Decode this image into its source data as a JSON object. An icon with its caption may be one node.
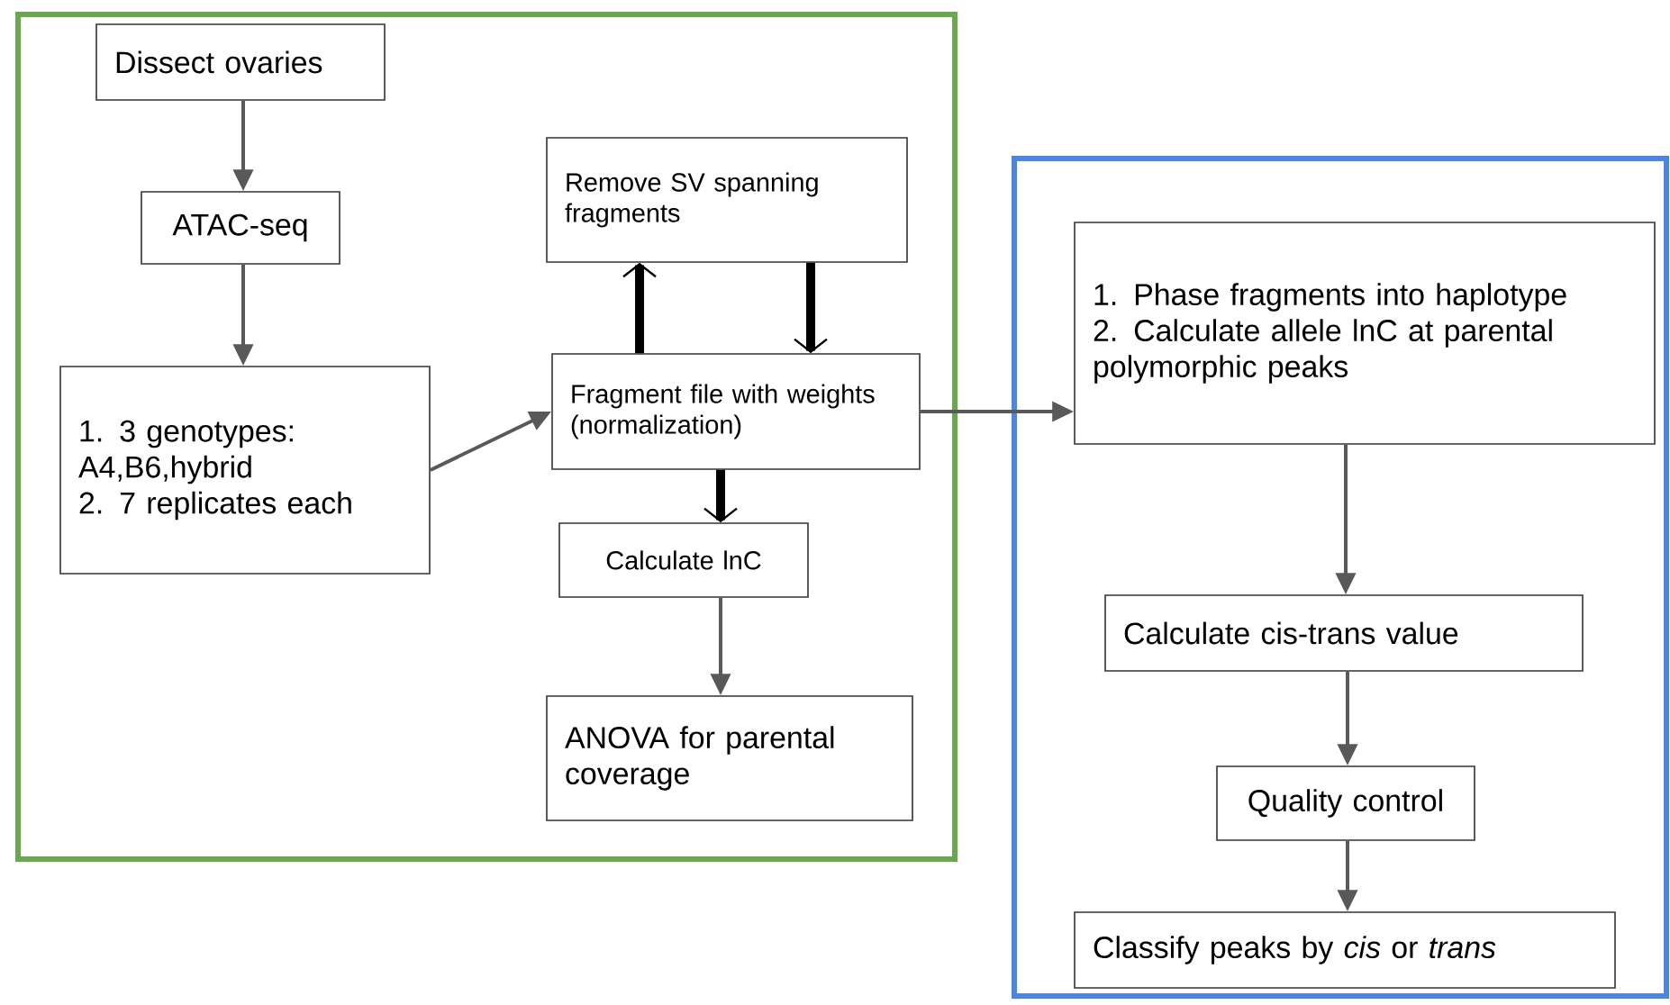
{
  "diagram": {
    "nodes": [
      {
        "text": [],
        "shape": "box"
      },
      {
        "text": [
          "Dissect ovaries"
        ],
        "in": 0
      },
      {
        "text": [
          "ATAC-seq"
        ],
        "in": 0
      },
      {
        "text": [
          "1. 3 genotypes: A4,B6,hybrid",
          "2. 7 replicates each"
        ],
        "in": 0
      },
      {
        "text": [
          "Remove SV spanning fragments"
        ],
        "in": 0
      },
      {
        "text": [
          "Fragment file with weights (normalization)"
        ],
        "in": 0
      },
      {
        "text": [
          "Calculate lnC"
        ],
        "in": 0
      },
      {
        "text": [
          "ANOVA for parental coverage"
        ],
        "in": 0
      },
      {
        "text": [],
        "shape": "box"
      },
      {
        "text": [
          "1. Phase fragments into haplotype",
          "2. Calculate allele lnC at parental polymorphic peaks"
        ],
        "in": 8
      },
      {
        "text": [
          "Calculate cis-trans value"
        ],
        "in": 8
      },
      {
        "text": [
          "Quality control"
        ],
        "in": 8
      },
      {
        "text": [
          "Classify peaks by *cis* or *trans*"
        ],
        "in": 8
      }
    ],
    "edges": [
      {
        "from": 1,
        "to": 2,
        "arrow": "to"
      },
      {
        "from": 2,
        "to": 3,
        "arrow": "to"
      },
      {
        "from": 3,
        "to": 5,
        "arrow": "to"
      },
      {
        "from": 5,
        "to": 4,
        "arrow": "to",
        "style": "thick",
        "color": "#000000"
      },
      {
        "from": 4,
        "to": 5,
        "arrow": "to",
        "style": "thick",
        "color": "#000000"
      },
      {
        "from": 5,
        "to": 6,
        "arrow": "to",
        "style": "thick",
        "color": "#000000"
      },
      {
        "from": 6,
        "to": 7,
        "arrow": "to"
      },
      {
        "from": 5,
        "to": 9,
        "arrow": "to"
      },
      {
        "from": 9,
        "to": 10,
        "arrow": "to"
      },
      {
        "from": 10,
        "to": 11,
        "arrow": "to"
      },
      {
        "from": 11,
        "to": 12,
        "arrow": "to"
      }
    ]
  }
}
